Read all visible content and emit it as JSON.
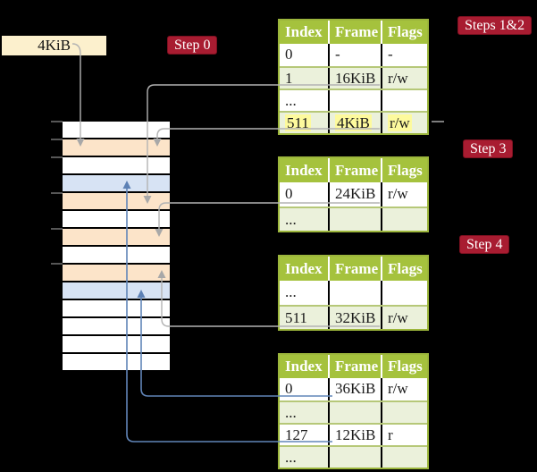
{
  "memory_box": {
    "label": "4KiB"
  },
  "labels": {
    "step0": "Step 0",
    "steps12": "Steps 1&2",
    "step3": "Step 3",
    "step4": "Step 4"
  },
  "stack": {
    "description": "physical memory frames, top = 0KiB, one row per 4KiB frame",
    "rows": [
      "white",
      "orange",
      "white",
      "blue",
      "orange",
      "white",
      "orange",
      "white",
      "orange",
      "blue",
      "white",
      "white",
      "white",
      "white"
    ]
  },
  "tables": [
    {
      "headers": [
        "Index",
        "Frame",
        "Flags"
      ],
      "rows": [
        {
          "cells": [
            "0",
            "-",
            "-"
          ]
        },
        {
          "cells": [
            "1",
            "16KiB",
            "r/w"
          ]
        },
        {
          "cells": [
            "...",
            "",
            ""
          ]
        },
        {
          "cells": [
            "511",
            "4KiB",
            "r/w"
          ],
          "highlighted": true
        }
      ]
    },
    {
      "headers": [
        "Index",
        "Frame",
        "Flags"
      ],
      "rows": [
        {
          "cells": [
            "0",
            "24KiB",
            "r/w"
          ]
        },
        {
          "cells": [
            "...",
            "",
            ""
          ]
        }
      ]
    },
    {
      "headers": [
        "Index",
        "Frame",
        "Flags"
      ],
      "rows": [
        {
          "cells": [
            "...",
            "",
            ""
          ]
        },
        {
          "cells": [
            "511",
            "32KiB",
            "r/w"
          ]
        }
      ]
    },
    {
      "headers": [
        "Index",
        "Frame",
        "Flags"
      ],
      "rows": [
        {
          "cells": [
            "0",
            "36KiB",
            "r/w"
          ]
        },
        {
          "cells": [
            "...",
            "",
            ""
          ]
        },
        {
          "cells": [
            "127",
            "12KiB",
            "r"
          ]
        },
        {
          "cells": [
            "...",
            "",
            ""
          ]
        }
      ]
    }
  ],
  "colors": {
    "background": "#000000",
    "memory_box_cream": "#fcf0cd",
    "label_red": "#a81c31",
    "table_header_green": "#a5c23d",
    "table_border_green": "#9cb63c",
    "table_row_shade_green": "#ebf1db",
    "frame_row_orange": "#fce4c9",
    "frame_row_blue": "#d7e3f4",
    "highlight_yellow": "#fdfa9d",
    "arrow_gray": "#b3b3b3",
    "arrow_blue": "#6185b8"
  }
}
